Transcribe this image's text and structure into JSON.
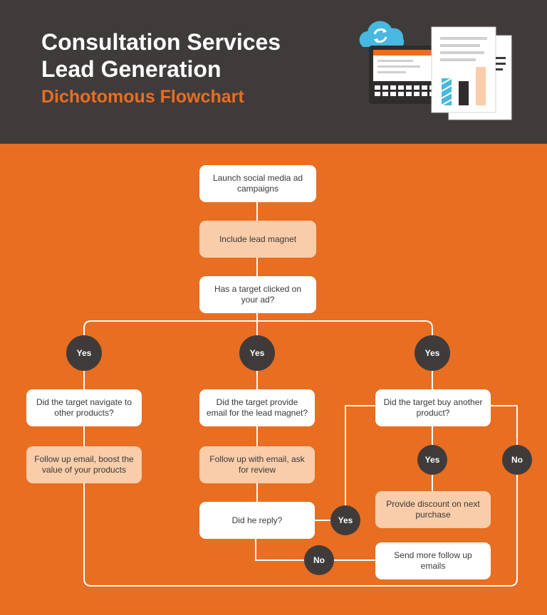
{
  "header": {
    "title": "Consultation Services\nLead Generation",
    "subtitle": "Dichotomous Flowchart",
    "illustration": [
      "cloud-sync-icon",
      "laptop-icon",
      "report-document-icon",
      "bar-chart-icon"
    ]
  },
  "colors": {
    "header_bg": "#403b3b",
    "body_bg": "#e86e22",
    "accent": "#e86e22",
    "box_white": "#ffffff",
    "box_peach": "#f9cda9",
    "dot": "#403b3b",
    "line": "#ffffff"
  },
  "nodes": {
    "launch": "Launch social media ad campaigns",
    "lead_magnet": "Include lead magnet",
    "clicked": "Has a target clicked on your ad?",
    "navigate": "Did the target navigate to other products?",
    "followup_boost": "Follow up email, boost the value of your products",
    "provide_email": "Did the target provide email for the lead magnet?",
    "followup_review": "Follow up with email, ask for review",
    "reply": "Did he reply?",
    "buy_another": "Did the target buy another product?",
    "discount": "Provide discount on next purchase",
    "send_more": "Send more follow up emails"
  },
  "labels": {
    "yes": "Yes",
    "no": "No"
  }
}
